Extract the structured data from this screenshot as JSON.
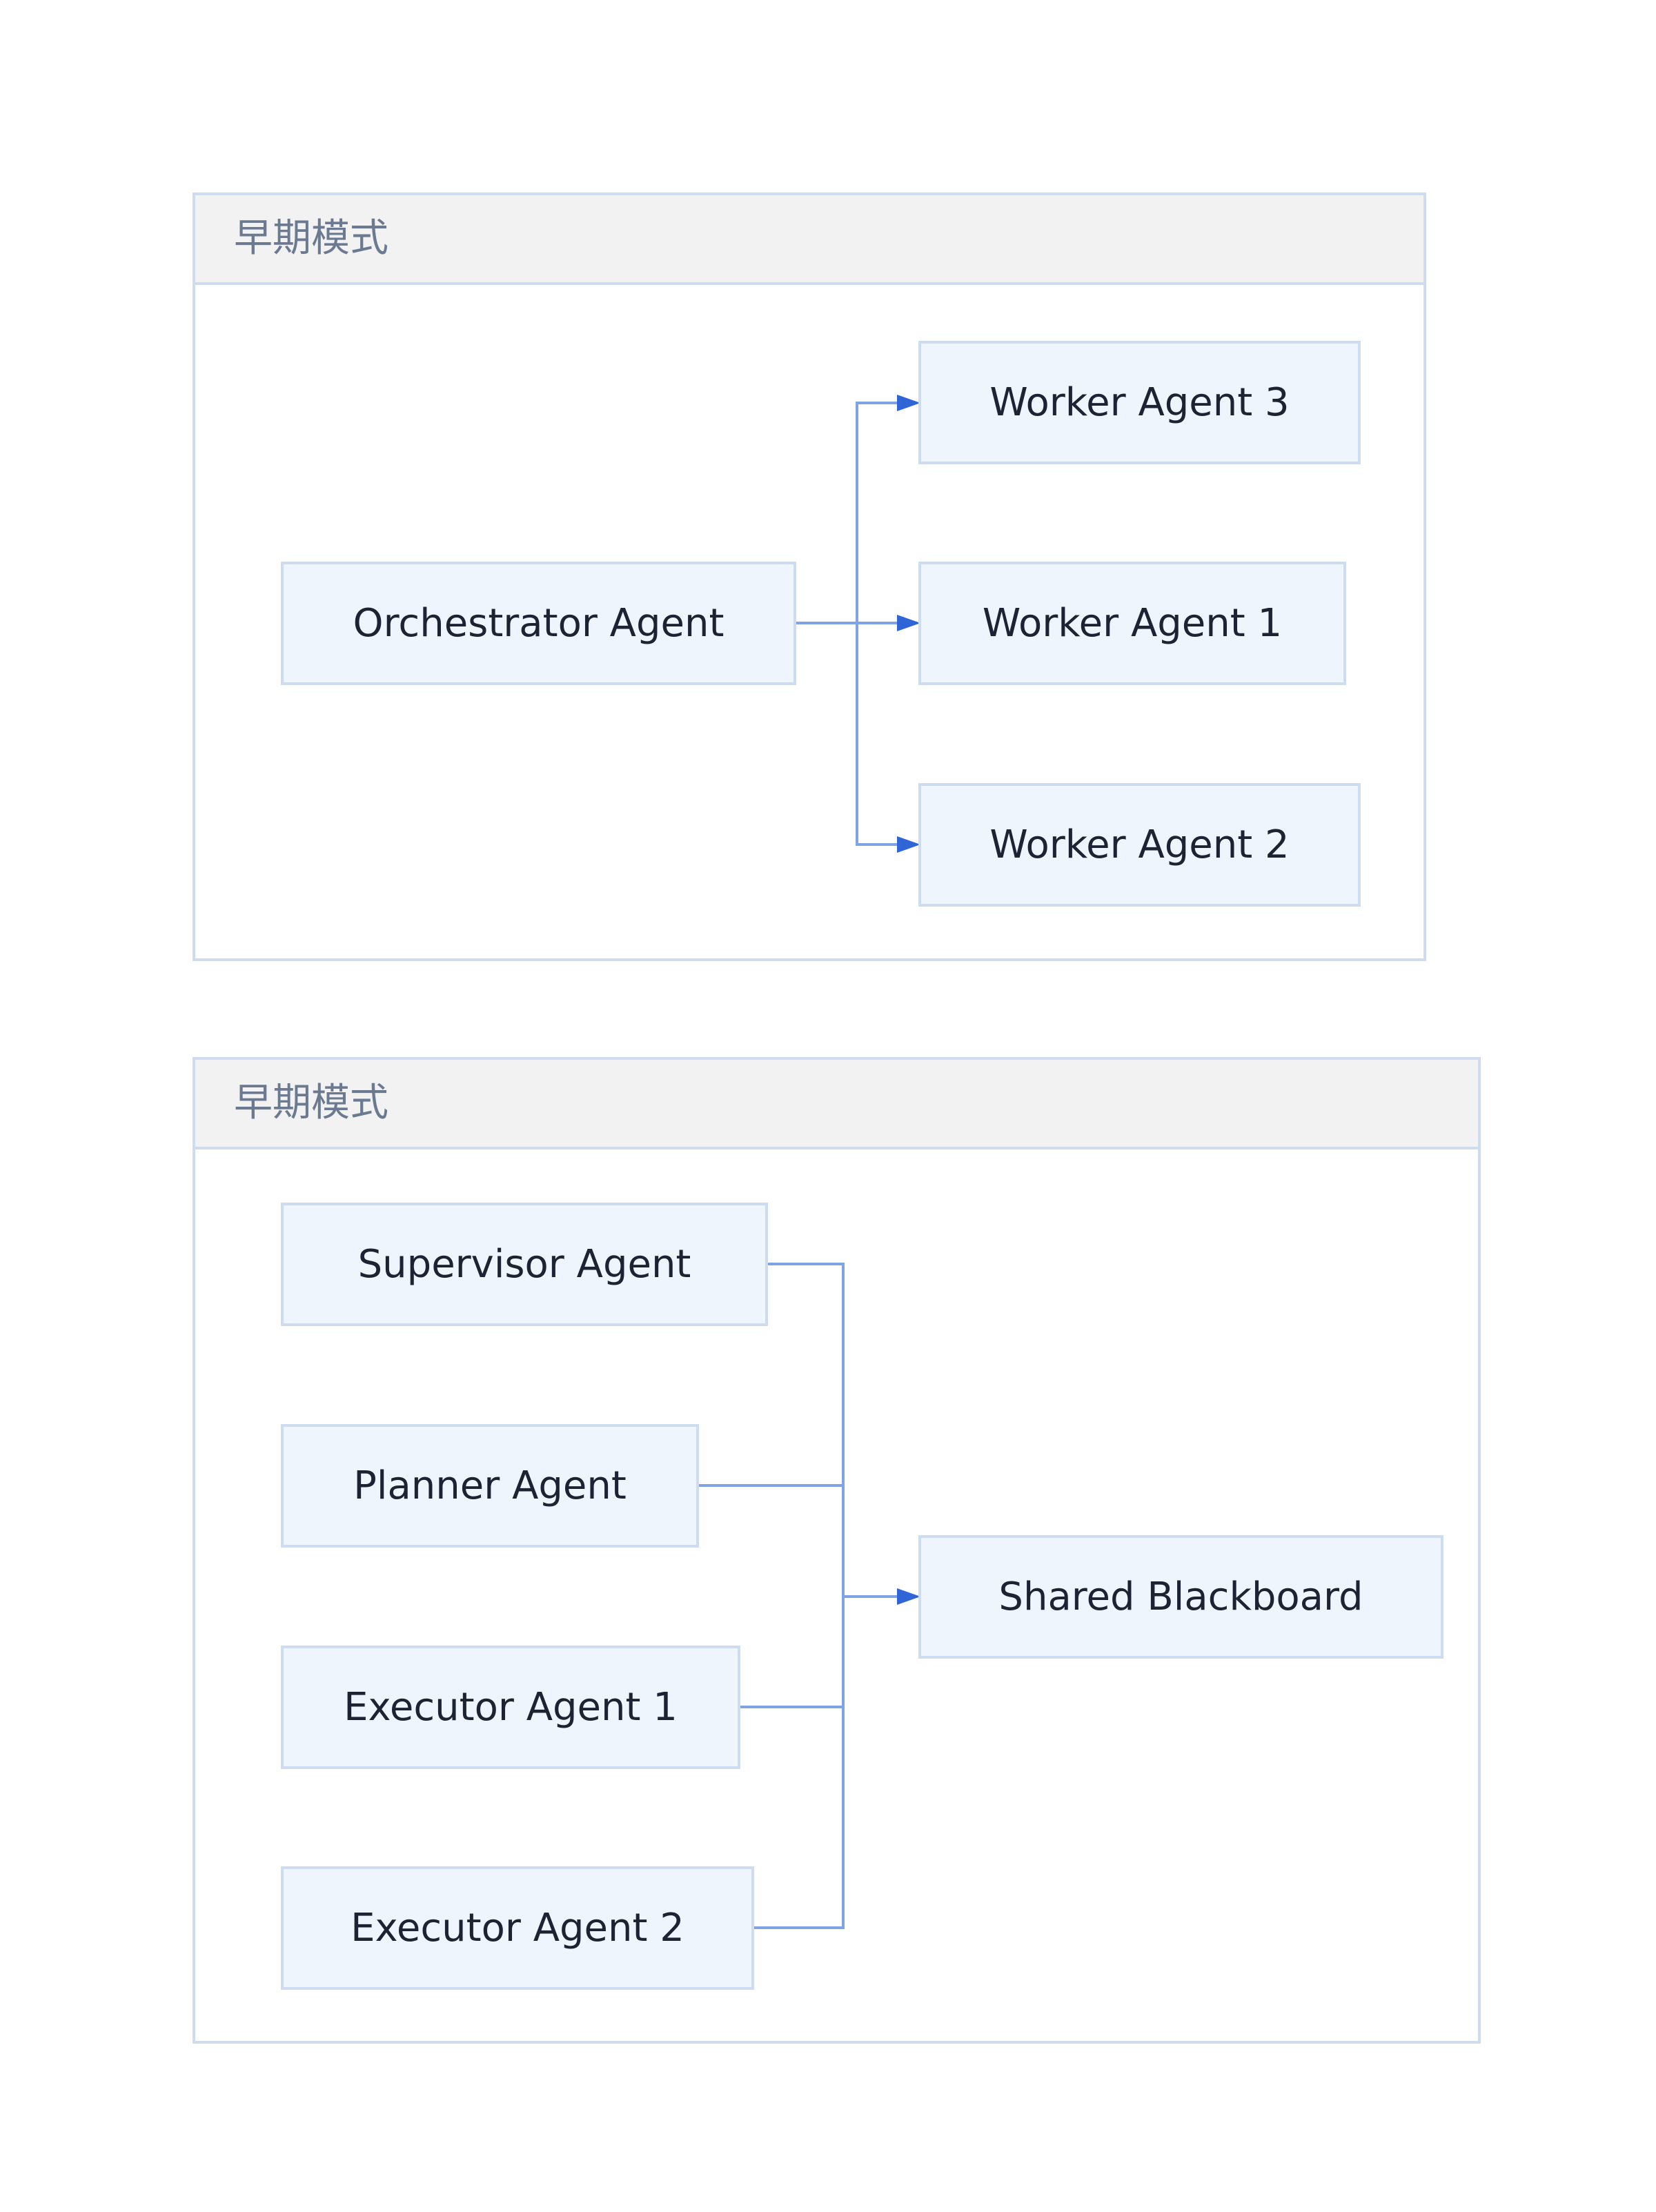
{
  "diagram1": {
    "title": "早期模式",
    "source": "Orchestrator Agent",
    "targets": [
      "Worker Agent 3",
      "Worker Agent 1",
      "Worker Agent 2"
    ]
  },
  "diagram2": {
    "title": "早期模式",
    "sources": [
      "Supervisor Agent",
      "Planner Agent",
      "Executor Agent 1",
      "Executor Agent 2"
    ],
    "target": "Shared Blackboard"
  },
  "colors": {
    "edge": "#7fa3e6",
    "arrow": "#2f65d6",
    "node_fill": "#eff5fd",
    "node_border": "#cddcf0",
    "group_border": "#cfdcef",
    "header_fill": "#f2f2f2"
  }
}
